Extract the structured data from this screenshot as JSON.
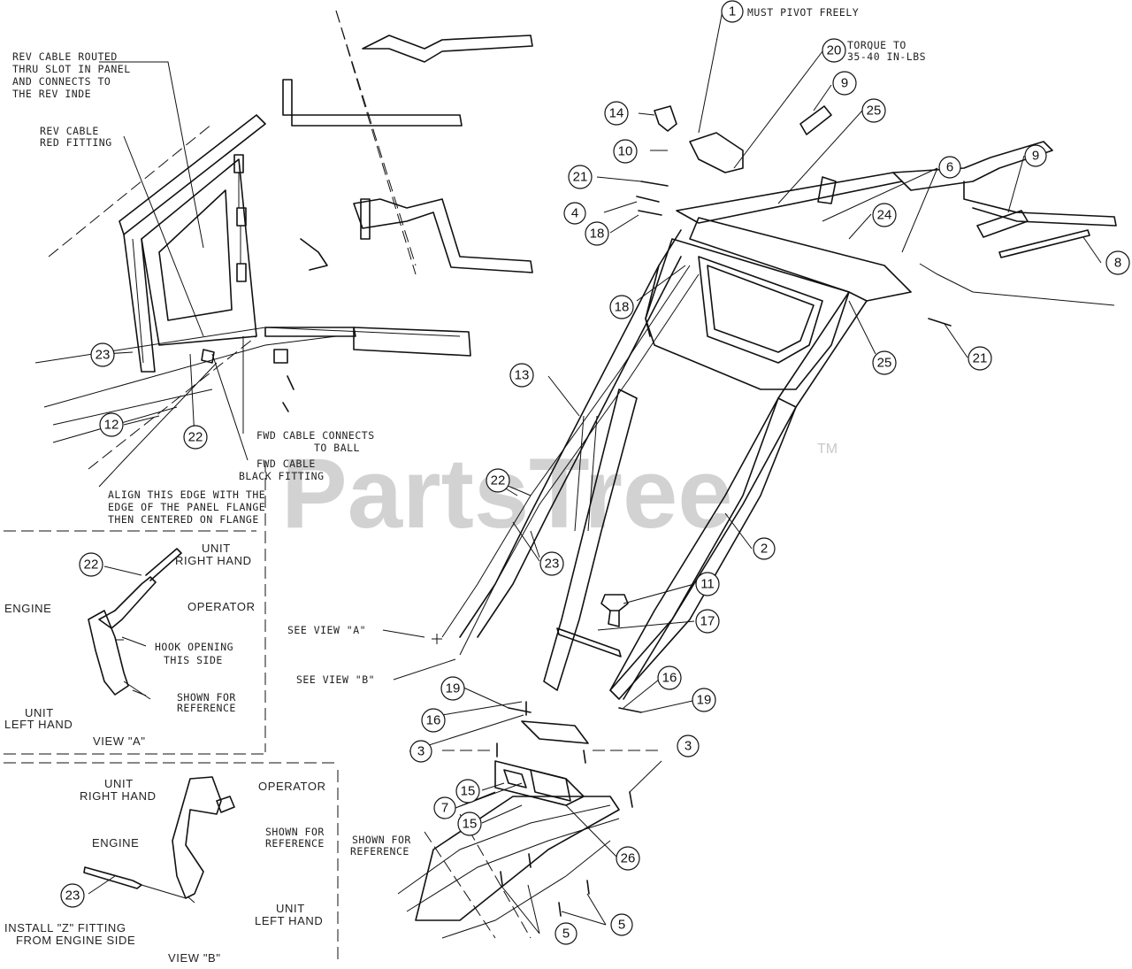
{
  "watermark": {
    "text": "PartsTree",
    "trademark": "TM"
  },
  "notes": {
    "must_pivot": "MUST PIVOT FREELY",
    "torque_1": "TORQUE TO",
    "torque_2": "35-40 IN-LBS",
    "rev_cable_routed_1": "REV CABLE ROUTED",
    "rev_cable_routed_2": "THRU SLOT IN PANEL",
    "rev_cable_routed_3": "AND CONNECTS TO",
    "rev_cable_routed_4": "THE REV INDE",
    "rev_fitting_1": "REV CABLE",
    "rev_fitting_2": "RED FITTING",
    "fwd_ball_1": "FWD CABLE CONNECTS",
    "fwd_ball_2": "TO BALL",
    "fwd_fitting_1": "FWD CABLE",
    "fwd_fitting_2": "BLACK FITTING",
    "align_1": "ALIGN THIS EDGE WITH THE",
    "align_2": "EDGE OF THE PANEL FLANGE",
    "align_3": "THEN CENTERED ON FLANGE",
    "see_view_a": "SEE VIEW \"A\"",
    "see_view_b": "SEE VIEW \"B\"",
    "shown_ref_b_1": "SHOWN FOR",
    "shown_ref_b_2": "REFERENCE"
  },
  "view_a": {
    "unit_right_1": "UNIT",
    "unit_right_2": "RIGHT HAND",
    "engine": "ENGINE",
    "operator": "OPERATOR",
    "hook_1": "HOOK OPENING",
    "hook_2": "THIS SIDE",
    "shown_1": "SHOWN FOR",
    "shown_2": "REFERENCE",
    "unit_left_1": "UNIT",
    "unit_left_2": "LEFT HAND",
    "title": "VIEW \"A\""
  },
  "view_b": {
    "unit_right_1": "UNIT",
    "unit_right_2": "RIGHT HAND",
    "operator": "OPERATOR",
    "engine": "ENGINE",
    "shown_1": "SHOWN FOR",
    "shown_2": "REFERENCE",
    "unit_left_1": "UNIT",
    "unit_left_2": "LEFT HAND",
    "install_1": "INSTALL \"Z\" FITTING",
    "install_2": "FROM ENGINE SIDE",
    "title": "VIEW \"B\""
  },
  "callouts": [
    "1",
    "20",
    "9",
    "14",
    "25",
    "10",
    "6",
    "9",
    "21",
    "4",
    "18",
    "24",
    "8",
    "18",
    "21",
    "25",
    "13",
    "22",
    "23",
    "2",
    "11",
    "17",
    "19",
    "16",
    "16",
    "19",
    "3",
    "3",
    "15",
    "7",
    "15",
    "26",
    "5",
    "5",
    "23",
    "12",
    "22",
    "22",
    "23"
  ]
}
